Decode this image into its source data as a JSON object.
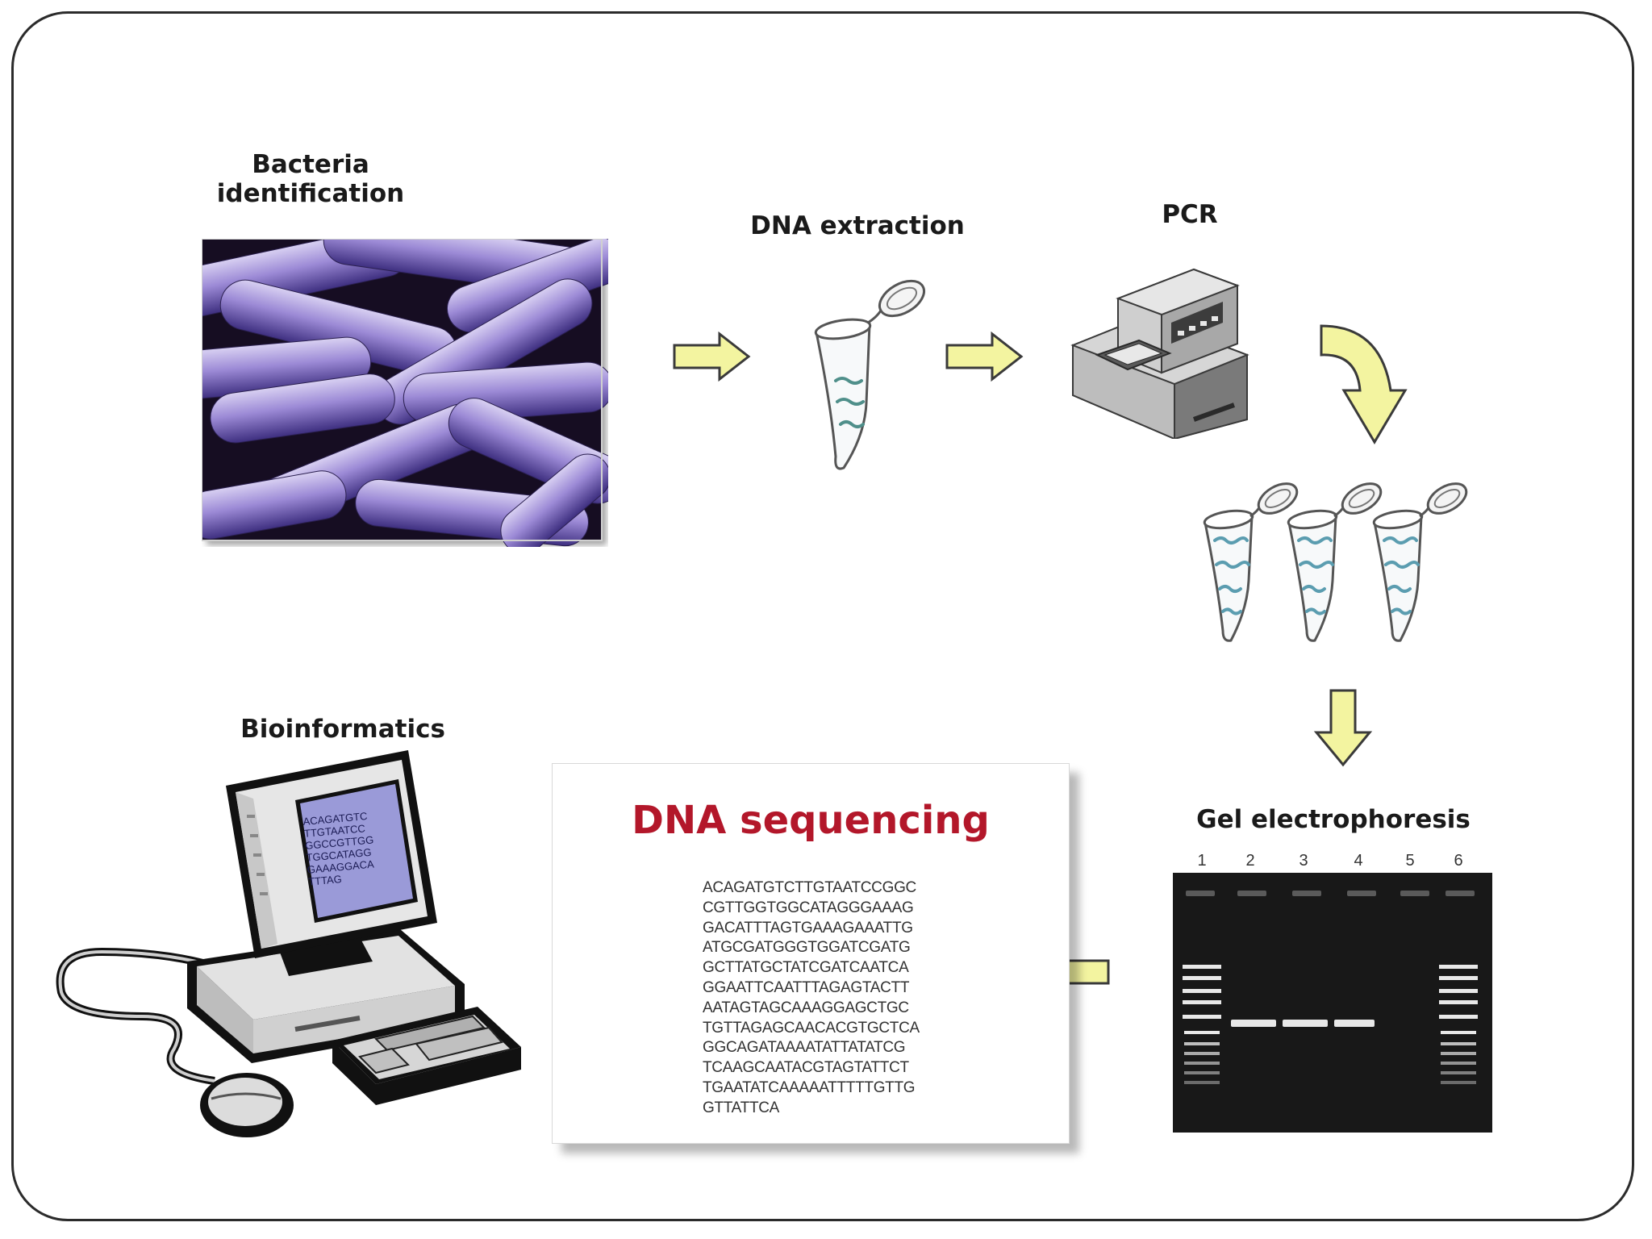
{
  "labels": {
    "bacteria": [
      "Bacteria",
      "identification"
    ],
    "dna_extraction": "DNA extraction",
    "pcr": "PCR",
    "gel": "Gel electrophoresis",
    "bioinformatics": "Bioinformatics"
  },
  "sequencing_card": {
    "title": "DNA sequencing",
    "lines": [
      "ACAGATGTCTTGTAATCCGGC",
      "CGTTGGTGGCATAGGGAAAG",
      "GACATTTAGTGAAAGAAATTG",
      "ATGCGATGGGTGGATCGATG",
      "GCTTATGCTATCGATCAATCA",
      "GGAATTCAATTTAGAGTACTT",
      "AATAGTAGCAAAGGAGCTGC",
      "TGTTAGAGCAACACGTGCTCA",
      "GGCAGATAAAATATTATATCG",
      "TCAAGCAATACGTAGTATTCT",
      "TGAATATCAAAAATTTTTGTTG",
      "GTTATTCA"
    ]
  },
  "monitor_text": [
    "ACAGATGTC",
    "TTGTAATCC",
    "GGCCGTTGG",
    "TGGCATAGG",
    "GAAAGGACA",
    "TTTAG"
  ],
  "gel_lanes": [
    "1",
    "2",
    "3",
    "4",
    "5",
    "6"
  ],
  "colors": {
    "arrow_fill": "#f3f4a0",
    "arrow_stroke": "#3a3a3a",
    "title_red": "#b3172a",
    "gel_bg": "#181818"
  }
}
